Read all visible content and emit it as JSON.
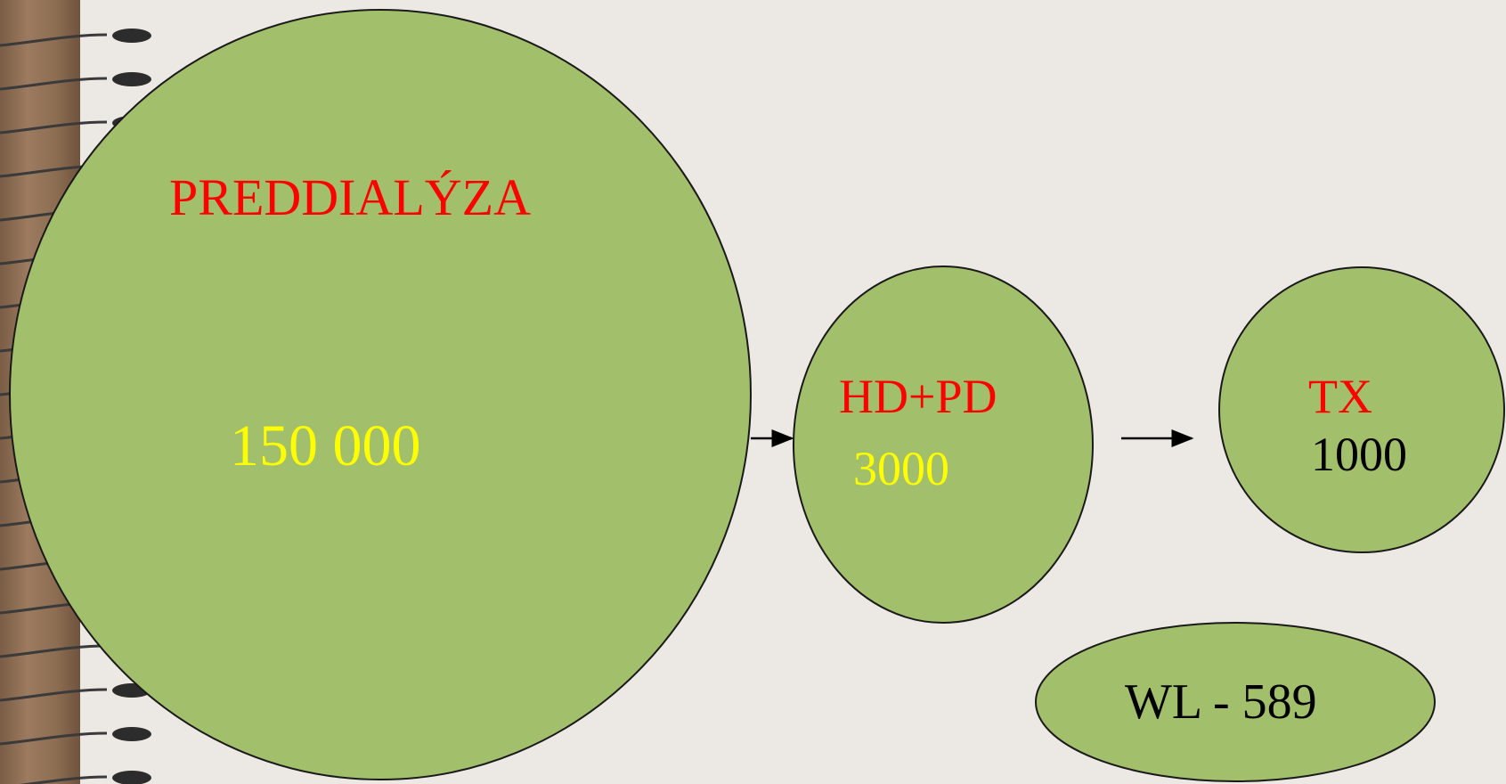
{
  "colors": {
    "background": "#ece8e4",
    "node_fill": "#a2bf6b",
    "node_stroke": "#1a1a1a",
    "title_red": "#ff0000",
    "value_yellow": "#ffff00",
    "text_black": "#000000"
  },
  "nodes": {
    "preddialyza": {
      "title": "PREDDIALÝZA",
      "value": "150 000"
    },
    "hd_pd": {
      "title": "HD+PD",
      "value": "3000"
    },
    "tx": {
      "title": "TX",
      "value": "1000"
    },
    "wl": {
      "label": "WL - 589"
    }
  },
  "edges": [
    {
      "from": "preddialyza",
      "to": "hd_pd"
    },
    {
      "from": "hd_pd",
      "to": "tx"
    }
  ]
}
